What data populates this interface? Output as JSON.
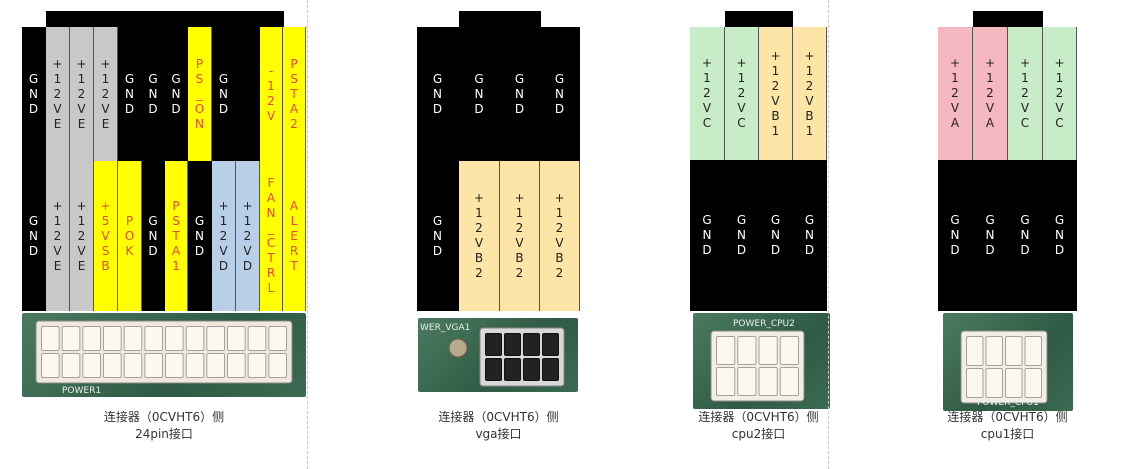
{
  "colors": {
    "black": "#000000",
    "gray": "#c8c8c8",
    "yellow": "#ffff00",
    "blue": "#b9cfe8",
    "tan": "#fce5a6",
    "green": "#c8ebc8",
    "pink": "#f6b8c0",
    "text_white": "#ffffff",
    "text_dark": "#222222",
    "text_red": "#e64646"
  },
  "connectors": [
    {
      "id": "24pin",
      "caption_line1": "连接器（0CVHT6）侧",
      "caption_line2": "24pin接口",
      "photo_label": "POWER1",
      "rows": [
        [
          {
            "label": "GND",
            "color": "black"
          },
          {
            "label": "+12VE",
            "color": "gray"
          },
          {
            "label": "+12VE",
            "color": "gray"
          },
          {
            "label": "+12VE",
            "color": "gray"
          },
          {
            "label": "GND",
            "color": "black"
          },
          {
            "label": "GND",
            "color": "black"
          },
          {
            "label": "GND",
            "color": "black"
          },
          {
            "label": "PS_ON",
            "color": "yellow"
          },
          {
            "label": "GND",
            "color": "black"
          },
          {
            "label": "-12V",
            "color": "yellow"
          },
          {
            "label": "PSTA2",
            "color": "yellow"
          }
        ],
        [
          {
            "label": "GND",
            "color": "black"
          },
          {
            "label": "+12VE",
            "color": "gray"
          },
          {
            "label": "+12VE",
            "color": "gray"
          },
          {
            "label": "+5VSB",
            "color": "yellow"
          },
          {
            "label": "POK",
            "color": "yellow"
          },
          {
            "label": "GND",
            "color": "black"
          },
          {
            "label": "PSTA1",
            "color": "yellow"
          },
          {
            "label": "GND",
            "color": "black"
          },
          {
            "label": "+12VD",
            "color": "blue"
          },
          {
            "label": "+12VD",
            "color": "blue"
          },
          {
            "label": "FAN_CTRL",
            "color": "yellow"
          },
          {
            "label": "ALERT",
            "color": "yellow"
          }
        ]
      ]
    },
    {
      "id": "vga",
      "caption_line1": "连接器（0CVHT6）侧",
      "caption_line2": "vga接口",
      "photo_label": "WER_VGA1",
      "rows": [
        [
          {
            "label": "GND",
            "color": "black"
          },
          {
            "label": "GND",
            "color": "black"
          },
          {
            "label": "GND",
            "color": "black"
          },
          {
            "label": "GND",
            "color": "black"
          }
        ],
        [
          {
            "label": "GND",
            "color": "black"
          },
          {
            "label": "+12VB2",
            "color": "tan"
          },
          {
            "label": "+12VB2",
            "color": "tan"
          },
          {
            "label": "+12VB2",
            "color": "tan"
          }
        ]
      ]
    },
    {
      "id": "cpu2",
      "caption_line1": "连接器（0CVHT6）侧",
      "caption_line2": "cpu2接口",
      "photo_label": "POWER_CPU2",
      "rows": [
        [
          {
            "label": "+12VC",
            "color": "green"
          },
          {
            "label": "+12VC",
            "color": "green"
          },
          {
            "label": "+12VB1",
            "color": "tan"
          },
          {
            "label": "+12VB1",
            "color": "tan"
          }
        ],
        [
          {
            "label": "GND",
            "color": "black"
          },
          {
            "label": "GND",
            "color": "black"
          },
          {
            "label": "GND",
            "color": "black"
          },
          {
            "label": "GND",
            "color": "black"
          }
        ]
      ]
    },
    {
      "id": "cpu1",
      "caption_line1": "连接器（0CVHT6）侧",
      "caption_line2": "cpu1接口",
      "photo_label": "POWER_CPU1",
      "rows": [
        [
          {
            "label": "+12VA",
            "color": "pink"
          },
          {
            "label": "+12VA",
            "color": "pink"
          },
          {
            "label": "+12VC",
            "color": "green"
          },
          {
            "label": "+12VC",
            "color": "green"
          }
        ],
        [
          {
            "label": "GND",
            "color": "black"
          },
          {
            "label": "GND",
            "color": "black"
          },
          {
            "label": "GND",
            "color": "black"
          },
          {
            "label": "GND",
            "color": "black"
          }
        ]
      ]
    }
  ]
}
